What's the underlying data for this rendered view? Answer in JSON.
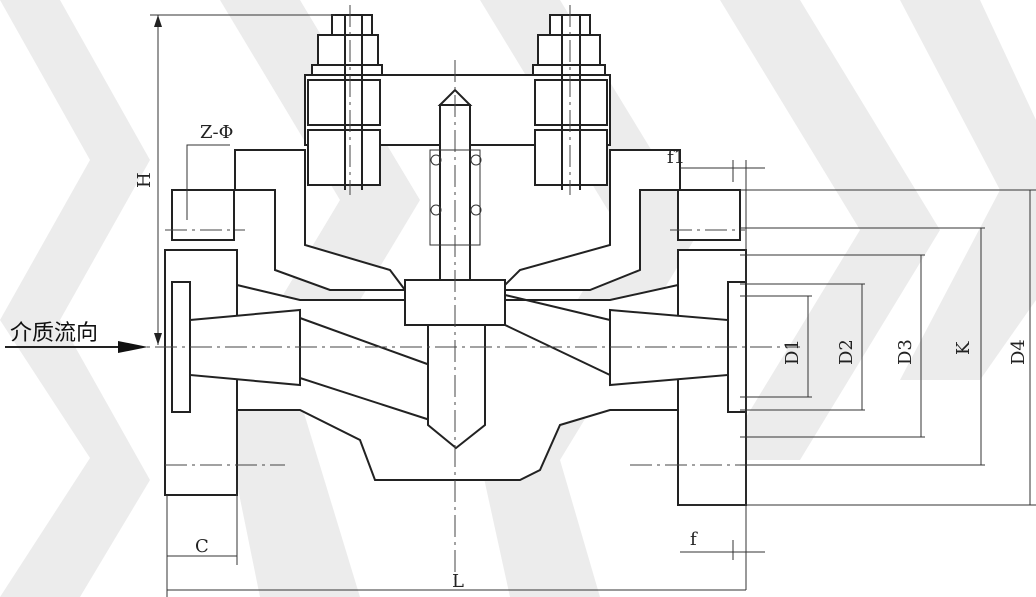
{
  "labels": {
    "flow": "介质流向",
    "H": "H",
    "Z": "Z-Φ",
    "f1": "f1",
    "D1": "D1",
    "D2": "D2",
    "D3": "D3",
    "K": "K",
    "D4": "D4",
    "C": "C",
    "f": "f",
    "L": "L"
  },
  "colors": {
    "line": "#222222",
    "chevron": "#ececec"
  }
}
